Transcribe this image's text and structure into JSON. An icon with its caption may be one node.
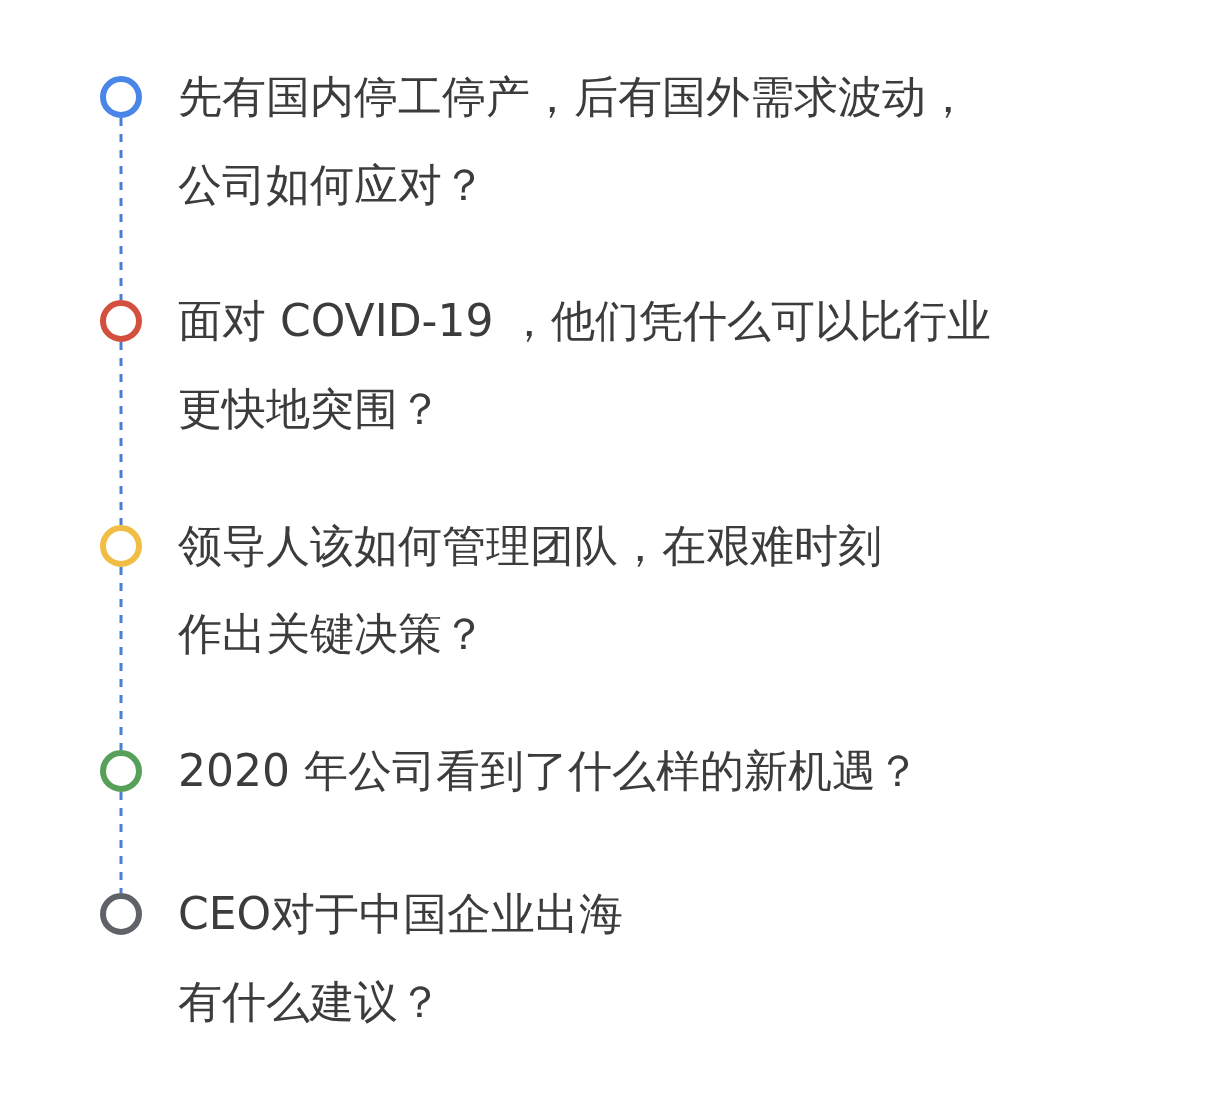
{
  "diagram": {
    "nodes": [
      {
        "text": [],
        "shape": "circle",
        "beside": [
          "先有国内停工停产，后有国外需求波动，公司如何应对？"
        ]
      },
      {
        "text": [],
        "shape": "circle",
        "beside": [
          "面对 COVID-19 ，他们凭什么可以比行业更快地突围？"
        ]
      },
      {
        "text": [],
        "shape": "circle",
        "beside": [
          "领导人该如何管理团队，在艰难时刻作出关键决策？"
        ]
      },
      {
        "text": [],
        "shape": "circle",
        "beside": [
          "2020 年公司看到了什么样的新机遇？"
        ]
      },
      {
        "text": [],
        "shape": "circle",
        "beside": [
          "CEO对于中国企业出海有什么建议？"
        ]
      }
    ],
    "edges": [
      {
        "from": 0,
        "to": 1,
        "arrow": "none",
        "style": "dashed"
      },
      {
        "from": 1,
        "to": 2,
        "arrow": "none",
        "style": "dashed"
      },
      {
        "from": 2,
        "to": 3,
        "arrow": "none",
        "style": "dashed"
      },
      {
        "from": 3,
        "to": 4,
        "arrow": "none",
        "style": "dashed"
      }
    ]
  }
}
